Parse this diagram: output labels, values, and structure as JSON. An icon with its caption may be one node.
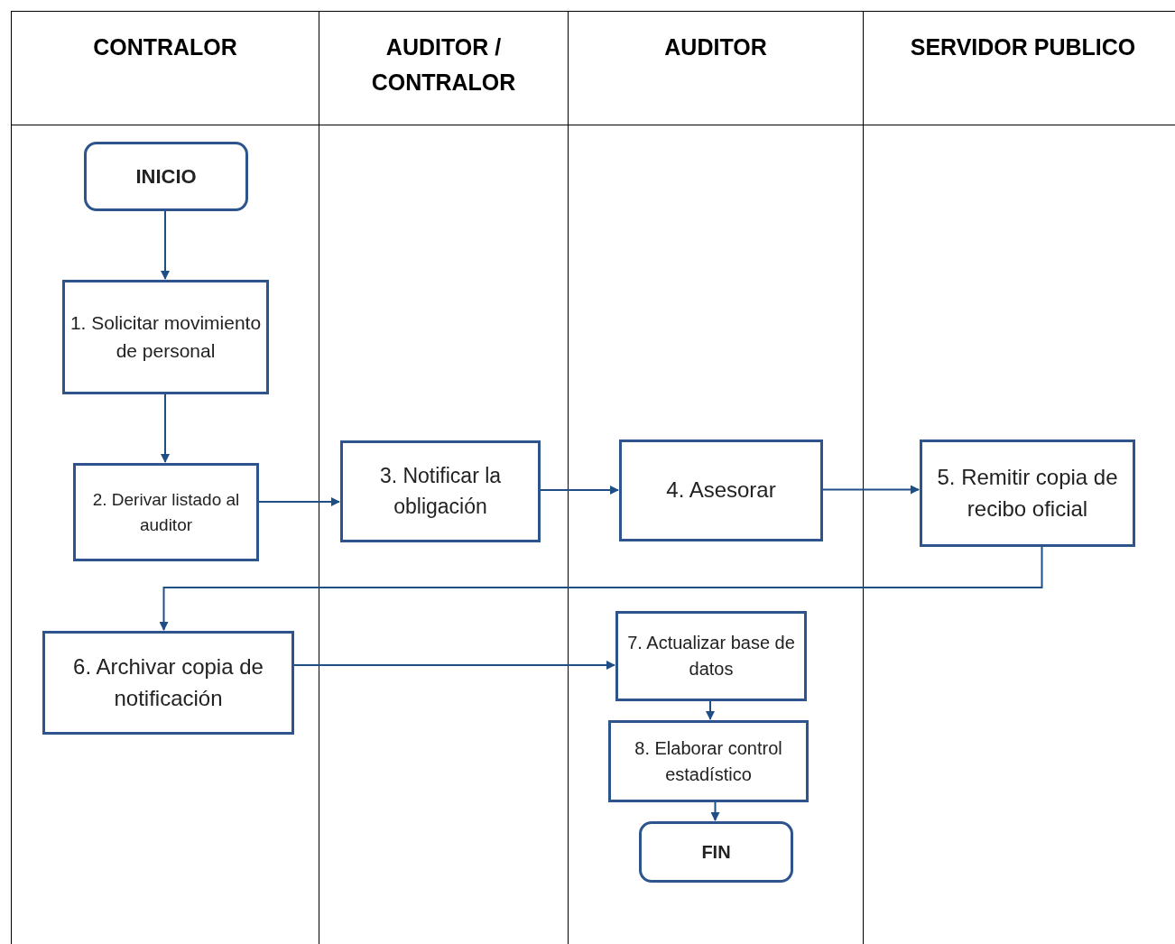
{
  "diagram": {
    "nodes": [
      {
        "text": [
          "CONTRALOR"
        ]
      },
      {
        "text": [
          "AUDITOR / CONTRALOR"
        ]
      },
      {
        "text": [
          "AUDITOR"
        ]
      },
      {
        "text": [
          "SERVIDOR PUBLICO"
        ]
      },
      {
        "text": [
          "INICIO"
        ],
        "in": 0
      },
      {
        "text": [
          "1. Solicitar movimiento de personal"
        ],
        "in": 0
      },
      {
        "text": [
          "2. Derivar listado al auditor"
        ],
        "in": 0
      },
      {
        "text": [
          "3. Notificar la obligación"
        ],
        "in": 1
      },
      {
        "text": [
          "4. Asesorar"
        ],
        "in": 2
      },
      {
        "text": [
          "5. Remitir copia de recibo oficial"
        ],
        "in": 3
      },
      {
        "text": [
          "6. Archivar copia de notificación"
        ],
        "in": 0
      },
      {
        "text": [
          "7. Actualizar base de datos"
        ],
        "in": 2
      },
      {
        "text": [
          "8. Elaborar control estadístico"
        ],
        "in": 2
      },
      {
        "text": [
          "FIN"
        ],
        "in": 2
      }
    ],
    "edges": [
      {
        "from": 4,
        "to": 5,
        "arrow": "to"
      },
      {
        "from": 5,
        "to": 6,
        "arrow": "to"
      },
      {
        "from": 6,
        "to": 7,
        "arrow": "to"
      },
      {
        "from": 7,
        "to": 8,
        "arrow": "to"
      },
      {
        "from": 8,
        "to": 9,
        "arrow": "to"
      },
      {
        "from": 9,
        "to": 10,
        "arrow": "to"
      },
      {
        "from": 10,
        "to": 11,
        "arrow": "to"
      },
      {
        "from": 11,
        "to": 12,
        "arrow": "to"
      },
      {
        "from": 12,
        "to": 13,
        "arrow": "to"
      }
    ]
  }
}
